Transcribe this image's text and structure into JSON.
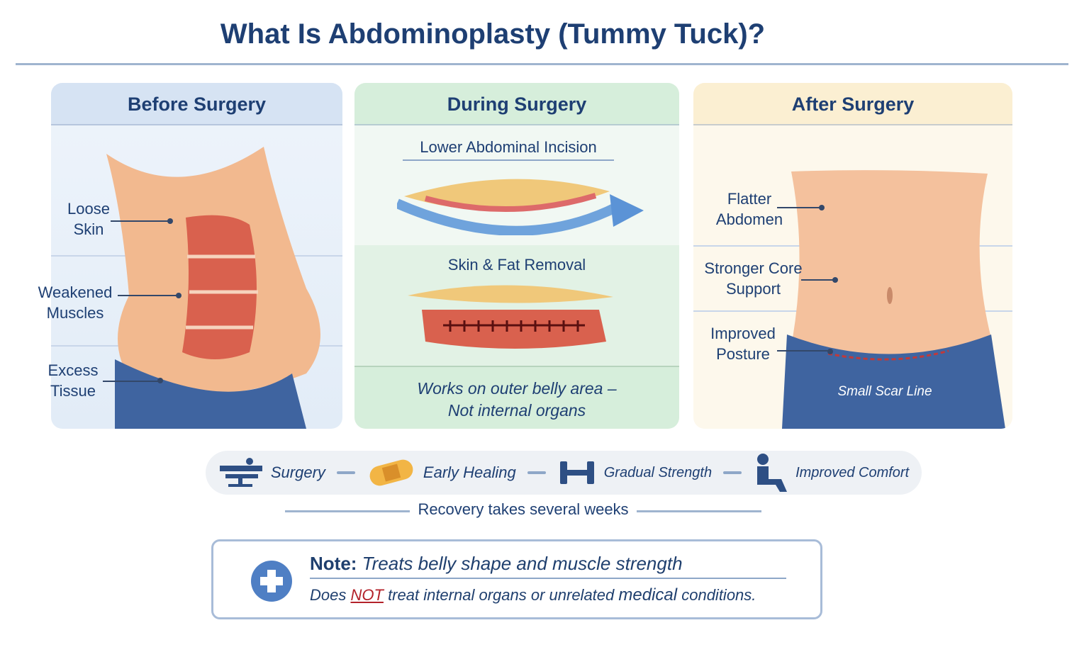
{
  "title": "What Is Abdominoplasty (Tummy Tuck)?",
  "before": {
    "header": "Before Surgery",
    "labels": [
      "Loose Skin",
      "Weakened Muscles",
      "Excess Tissue"
    ]
  },
  "during": {
    "header": "During Surgery",
    "incision": "Lower Abdominal Incision",
    "removal": "Skin & Fat Removal",
    "note_line1": "Works on outer belly area –",
    "note_line2": "Not internal organs"
  },
  "after": {
    "header": "After Surgery",
    "labels": [
      "Flatter Abdomen",
      "Stronger Core Support",
      "Improved Posture"
    ],
    "scar": "Small Scar Line"
  },
  "recovery": {
    "steps": [
      {
        "label": "Surgery",
        "icon": "surgery-table-icon"
      },
      {
        "label": "Early Healing",
        "icon": "bandage-icon"
      },
      {
        "label": "Gradual Strength",
        "icon": "dumbbell-icon"
      },
      {
        "label": "Improved Comfort",
        "icon": "seated-person-icon"
      }
    ],
    "caption": "Recovery takes several weeks"
  },
  "note": {
    "prefix": "Note:",
    "headline": "Treats belly shape and muscle strength",
    "line2_a": "Does",
    "line2_not": "NOT",
    "line2_b": "treat internal organs or unrelated",
    "line2_c": "medical",
    "line2_d": "conditions.",
    "icon": "medical-plus-icon"
  },
  "colors": {
    "title": "#1e3f73",
    "before": "#dbe7f5",
    "during": "#d8efdc",
    "after": "#fbf1d8",
    "warning": "#b3222a"
  }
}
